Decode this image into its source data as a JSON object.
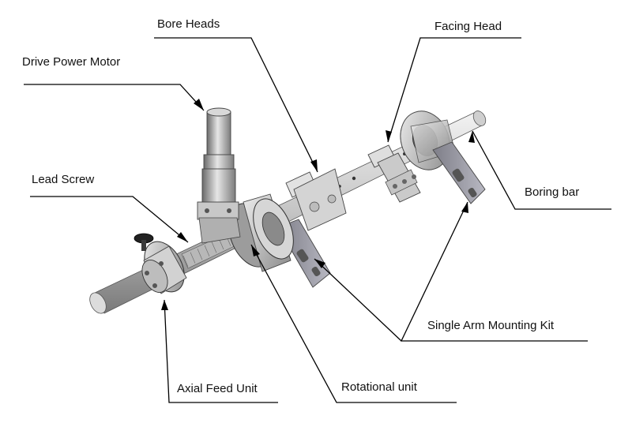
{
  "labels": {
    "bore_heads": "Bore Heads",
    "facing_head": "Facing Head",
    "drive_power_motor": "Drive Power Motor",
    "lead_screw": "Lead Screw",
    "boring_bar": "Boring bar",
    "single_arm_mounting_kit": "Single Arm Mounting Kit",
    "rotational_unit": "Rotational unit",
    "axial_feed_unit": "Axial Feed Unit"
  },
  "colors": {
    "line": "#000000",
    "metal_light": "#e4e4e4",
    "metal_mid": "#b4b4b4",
    "metal_dark": "#6a6a6a",
    "bracket": "#8e8e98",
    "knob": "#222222"
  }
}
